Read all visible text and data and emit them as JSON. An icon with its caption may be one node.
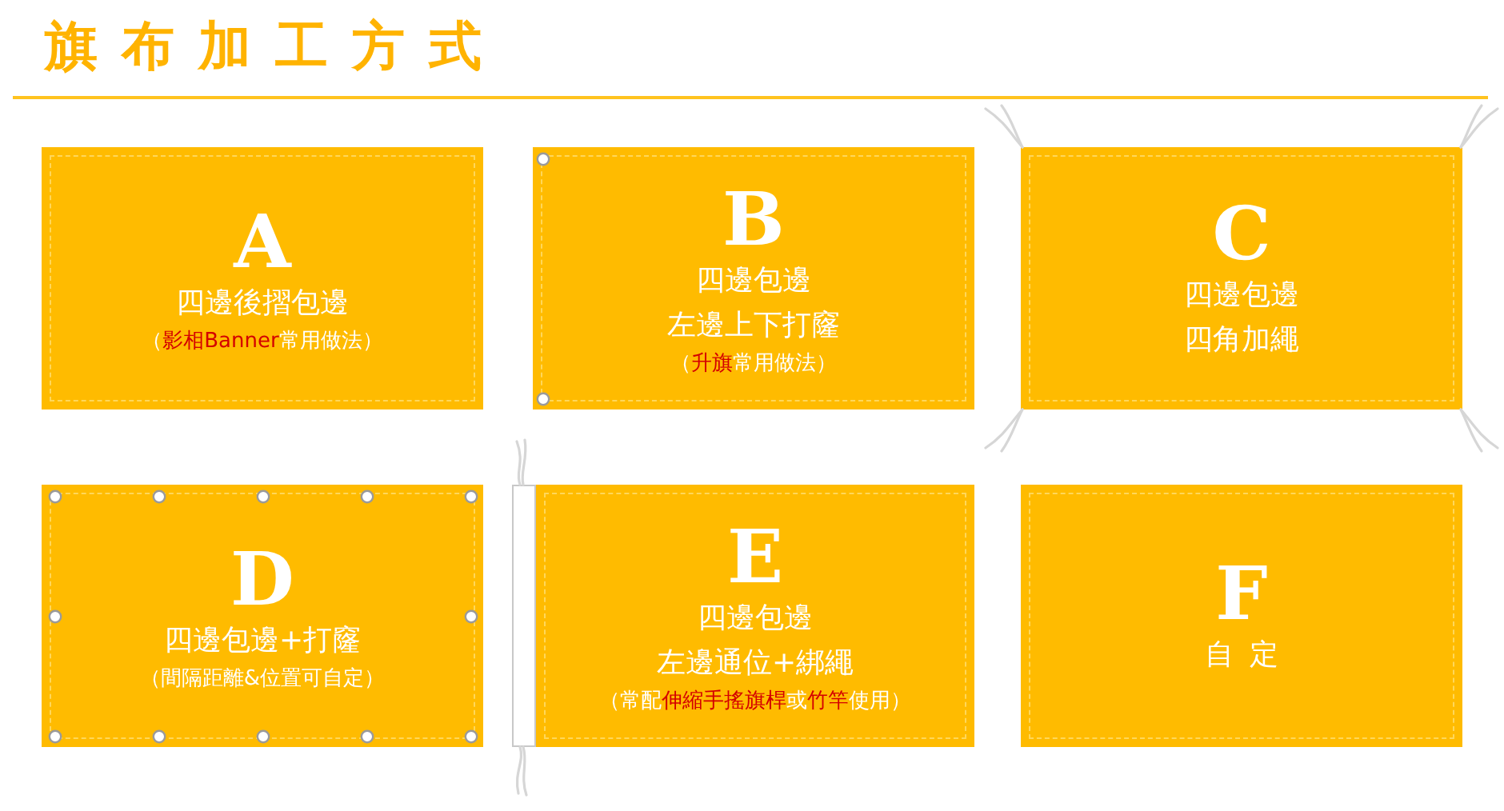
{
  "diagram": {
    "title": "旗布加工方式",
    "nodes": [
      {
        "text": [
          "A",
          "四邊後摺包邊",
          "（**影相Banner**常用做法）"
        ]
      },
      {
        "text": [
          "B",
          "四邊包邊",
          "左邊上下打窿",
          "（**升旗**常用做法）"
        ]
      },
      {
        "text": [
          "C",
          "四邊包邊",
          "四角加繩"
        ]
      },
      {
        "text": [
          "D",
          "四邊包邊+打窿",
          "（間隔距離&位置可自定）"
        ]
      },
      {
        "text": [
          "E",
          "四邊包邊",
          "左邊通位+綁繩",
          "（常配**伸縮手搖旗桿**或**竹竿**使用）"
        ]
      },
      {
        "text": [
          "F",
          "自定"
        ]
      }
    ]
  }
}
